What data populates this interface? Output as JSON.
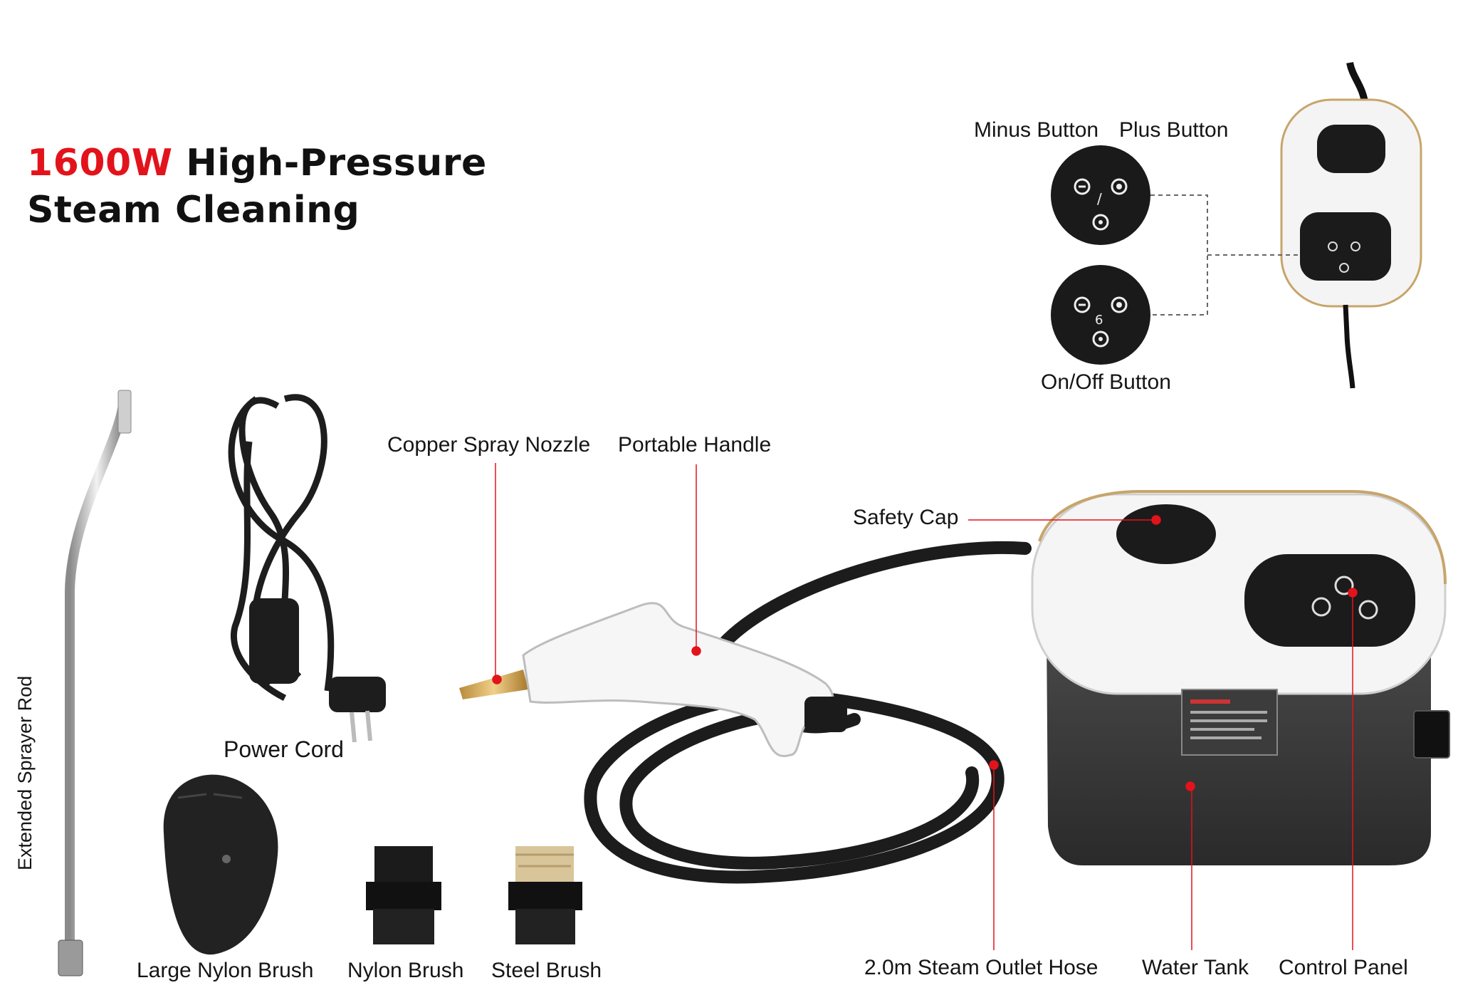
{
  "headline": {
    "power": "1600W",
    "line1": "High-Pressure",
    "line2": "Steam Cleaning"
  },
  "labels": {
    "minus_button": "Minus Button",
    "plus_button": "Plus Button",
    "onoff_button": "On/Off Button",
    "copper_nozzle": "Copper Spray Nozzle",
    "portable_handle": "Portable Handle",
    "safety_cap": "Safety Cap",
    "power_cord": "Power Cord",
    "extended_rod": "Extended Sprayer Rod",
    "large_nylon_brush": "Large Nylon Brush",
    "nylon_brush": "Nylon Brush",
    "steel_brush": "Steel Brush",
    "steam_hose": "2.0m Steam Outlet Hose",
    "water_tank": "Water Tank",
    "control_panel": "Control Panel"
  },
  "colors": {
    "accent": "#e3131b",
    "device_white": "#f4f4f4",
    "panel_black": "#1b1b1b",
    "tank_grey": "#3a3a3a"
  }
}
